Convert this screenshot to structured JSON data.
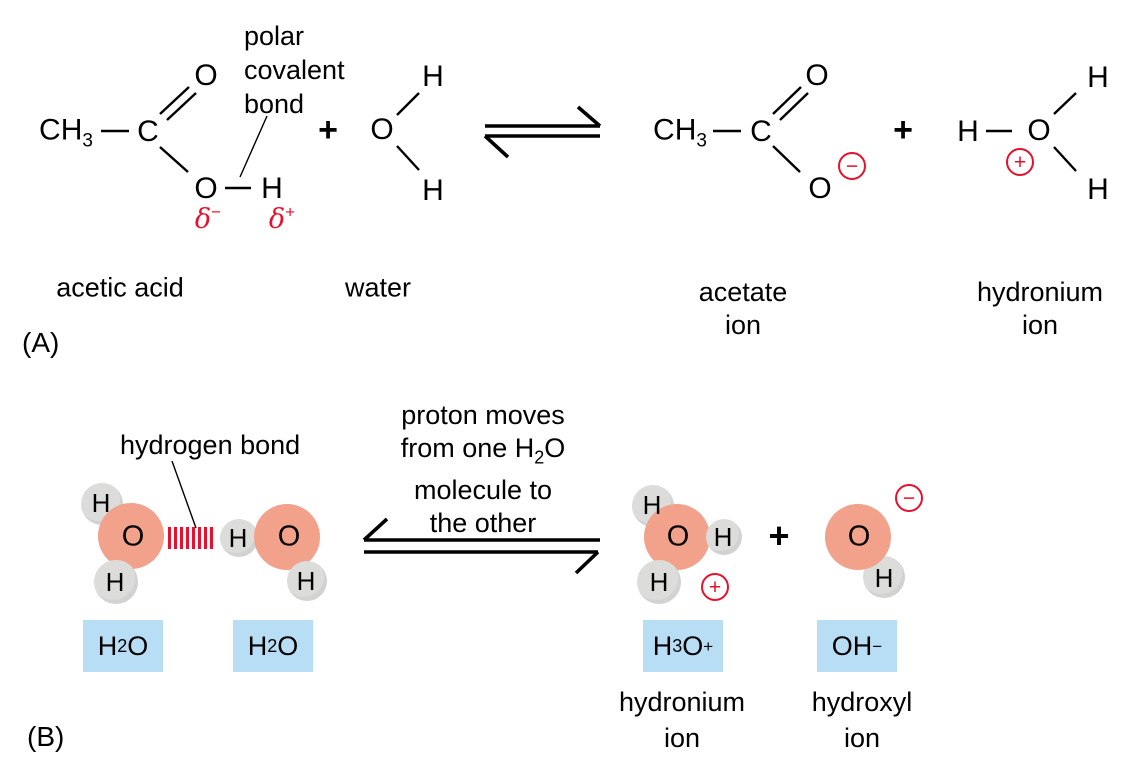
{
  "colors": {
    "red": "#e8112d",
    "salmon": "#f2a18b",
    "gray": "#dcdcda",
    "blue": "#b8def5",
    "ink": "#000000"
  },
  "atoms": {
    "o": "O",
    "h": "H",
    "c": "C",
    "ch": "CH",
    "sub3": "3",
    "sub2": "2"
  },
  "signs": {
    "plus": "+",
    "circled_plus": "+",
    "circled_minus": "−"
  },
  "section_a": {
    "panel_label": "(A)",
    "polar_bond_label": {
      "line1": "polar",
      "line2": "covalent",
      "line3": "bond"
    },
    "delta": {
      "symbol": "δ",
      "minus_sup": "−",
      "plus_sup": "+"
    },
    "names": {
      "acetic_acid": "acetic acid",
      "water": "water",
      "acetate_line1": "acetate",
      "acetate_line2": "ion",
      "hydronium_line1": "hydronium",
      "hydronium_line2": "ion"
    }
  },
  "section_b": {
    "panel_label": "(B)",
    "hydrogen_bond_label": "hydrogen bond",
    "caption": {
      "line1": "proton moves",
      "line2_pre": "from one H",
      "line2_sub": "2",
      "line2_post": "O",
      "line3": "molecule to",
      "line4": "the other"
    },
    "formulas": {
      "h2o_pre": "H",
      "h2o_sub": "2",
      "h2o_post": "O",
      "h3o_pre": "H",
      "h3o_sub": "3",
      "h3o_mid": "O",
      "h3o_sup": "+",
      "oh_pre": "OH",
      "oh_sup": "−"
    },
    "names": {
      "hydronium_line1": "hydronium",
      "hydronium_line2": "ion",
      "hydroxyl_line1": "hydroxyl",
      "hydroxyl_line2": "ion"
    }
  }
}
